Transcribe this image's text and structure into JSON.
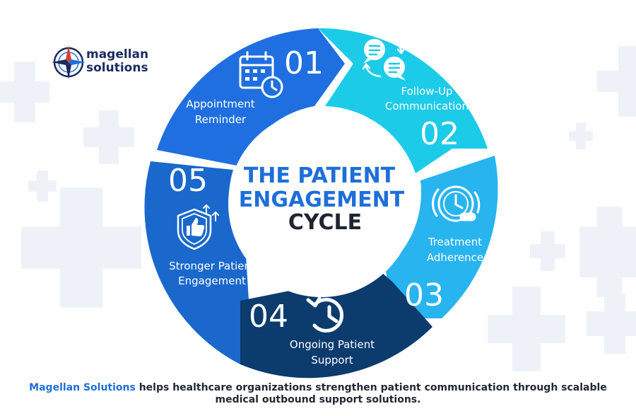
{
  "brand": {
    "line1": "magellan",
    "line2": "solutions"
  },
  "center": {
    "line1": "THE PATIENT",
    "line2": "ENGAGEMENT",
    "line3": "CYCLE"
  },
  "steps": [
    {
      "number": "01",
      "label_line1": "Appointment",
      "label_line2": "Reminder",
      "icon": "calendar-clock-icon",
      "color": "#1f6fe0"
    },
    {
      "number": "02",
      "label_line1": "Follow-Up",
      "label_line2": "Communication",
      "icon": "chat-exchange-icon",
      "color": "#1ccbe8"
    },
    {
      "number": "03",
      "label_line1": "Treatment",
      "label_line2": "Adherence",
      "icon": "clock-pill-icon",
      "color": "#28b4ef"
    },
    {
      "number": "04",
      "label_line1": "Ongoing Patient",
      "label_line2": "Support",
      "icon": "history-icon",
      "color": "#0c3b6e"
    },
    {
      "number": "05",
      "label_line1": "Stronger Patient",
      "label_line2": "Engagement",
      "icon": "shield-thumbs-up-icon",
      "color": "#1a68cc"
    }
  ],
  "footer": {
    "brand": "Magellan Solutions",
    "text1": " helps healthcare organizations strengthen patient communication through scalable",
    "text2": "medical outbound support solutions."
  },
  "colors": {
    "title_blue": "#1e6fd9",
    "title_dark": "#1f2430",
    "cross_bg": "#eef2f8"
  }
}
